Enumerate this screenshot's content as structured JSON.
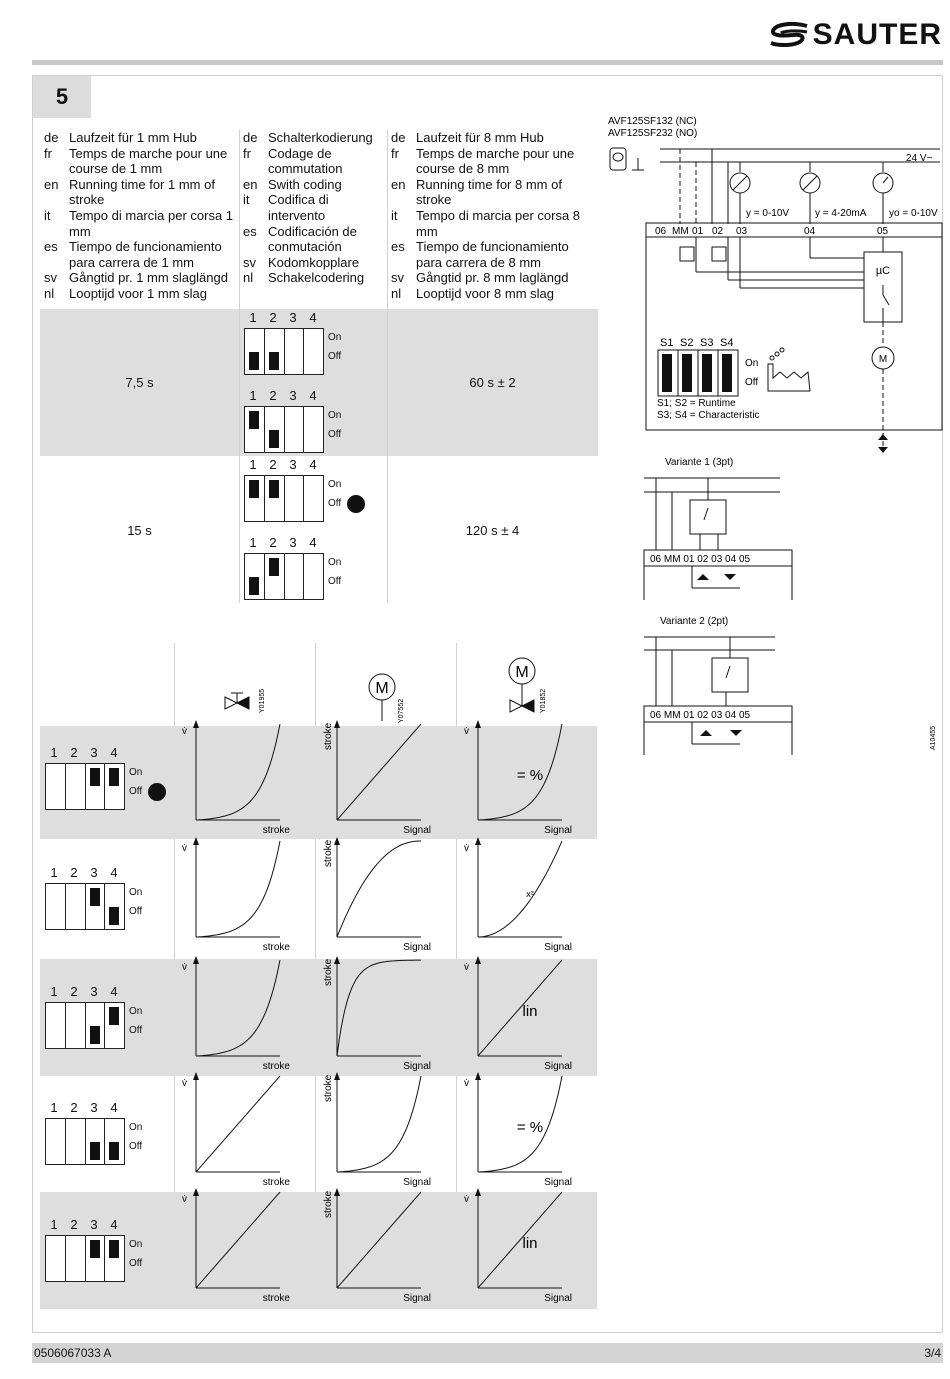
{
  "brand": "SAUTER",
  "section_number": "5",
  "col1": [
    {
      "code": "de",
      "text": "Laufzeit für 1 mm Hub"
    },
    {
      "code": "fr",
      "text": "Temps de marche pour une course de 1 mm"
    },
    {
      "code": "en",
      "text": "Running time for 1 mm of stroke"
    },
    {
      "code": "it",
      "text": "Tempo di marcia per corsa 1 mm"
    },
    {
      "code": "es",
      "text": "Tiempo de funcionamiento para carrera de 1 mm"
    },
    {
      "code": "sv",
      "text": "Gångtid pr. 1 mm slaglängd"
    },
    {
      "code": "nl",
      "text": "Looptijd voor 1 mm slag"
    }
  ],
  "col2": [
    {
      "code": "de",
      "text": "Schalterkodierung"
    },
    {
      "code": "fr",
      "text": "Codage de commutation"
    },
    {
      "code": "en",
      "text": "Swith coding"
    },
    {
      "code": "it",
      "text": "Codifica di intervento"
    },
    {
      "code": "es",
      "text": "Codificación de conmutación"
    },
    {
      "code": "sv",
      "text": "Kodomkopplare"
    },
    {
      "code": "nl",
      "text": "Schakelcodering"
    }
  ],
  "col3": [
    {
      "code": "de",
      "text": "Laufzeit für 8 mm Hub"
    },
    {
      "code": "fr",
      "text": "Temps de marche pour une course de 8 mm"
    },
    {
      "code": "en",
      "text": "Running time for 8 mm of stroke"
    },
    {
      "code": "it",
      "text": "Tempo di marcia per corsa 8 mm"
    },
    {
      "code": "es",
      "text": "Tiempo de funcionamiento para carrera de 8 mm"
    },
    {
      "code": "sv",
      "text": "Gångtid pr. 8 mm laglängd"
    },
    {
      "code": "nl",
      "text": "Looptijd voor 8 mm slag"
    }
  ],
  "runtime_rows": [
    {
      "time1mm": "7,5 s",
      "time8mm": "60 s ± 2"
    },
    {
      "time1mm": "15 s",
      "time8mm": "120 s ± 4"
    }
  ],
  "dip": {
    "nums": [
      "1",
      "2",
      "3",
      "4"
    ],
    "on": "On",
    "off": "Off"
  },
  "curve_labels": {
    "v": "v̇",
    "stroke": "stroke",
    "signal": "Signal",
    "pct": "= %",
    "lin": "lin",
    "x2": "x²"
  },
  "header_codes": [
    "Y01955",
    "Y07552",
    "Y01852"
  ],
  "header_m": "M",
  "wiring": {
    "models": [
      "AVF125SF132 (NC)",
      "AVF125SF232 (NO)"
    ],
    "supply": "24 V~",
    "signals": [
      "y = 0-10V",
      "y = 4-20mA",
      "yo = 0-10V"
    ],
    "terminals": [
      "06",
      "MM",
      "01",
      "02",
      "03",
      "04",
      "05"
    ],
    "uc": "µC",
    "motor": "M",
    "switches": [
      "S1",
      "S2",
      "S3",
      "S4"
    ],
    "legend1": "S1; S2 = Runtime",
    "legend2": "S3; S4 = Characteristic",
    "variant1": "Variante 1 (3pt)",
    "variant2": "Variante 2 (2pt)",
    "terminals_variant": "06 MM  01      02  03  04  05",
    "code": "A10455"
  },
  "footer": {
    "doc": "0506067033 A",
    "page": "3/4"
  }
}
